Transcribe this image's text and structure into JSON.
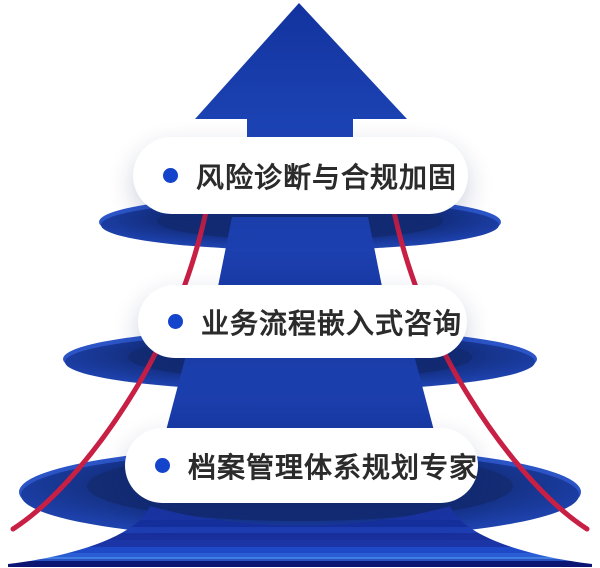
{
  "diagram": {
    "type": "pyramid",
    "direction": "up",
    "levels": [
      {
        "label": "风险诊断与合规加固",
        "bullet": "dot-icon"
      },
      {
        "label": "业务流程嵌入式咨询",
        "bullet": "dot-icon"
      },
      {
        "label": "档案管理体系规划专家",
        "bullet": "dot-icon"
      }
    ],
    "colors": {
      "primary_blue": "#1238a8",
      "bright_blue": "#2a52c0",
      "dark_blue": "#132c74",
      "deep_navy": "#0c1672",
      "accent_red": "#c81f45",
      "bullet_blue": "#1544cc",
      "pill_background": "#ffffff",
      "label_text": "#2b2b2b"
    }
  }
}
